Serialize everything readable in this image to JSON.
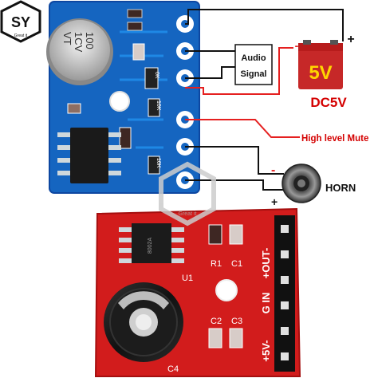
{
  "brand": {
    "logo_letters": "SY",
    "logo_caption": "Great it",
    "watermark_caption": "Great it"
  },
  "blue_board": {
    "capacitor_text": [
      "100",
      "1CV",
      "VT"
    ],
    "resistor_marks": [
      "0K",
      "10K",
      "10K"
    ],
    "chip_label": ""
  },
  "wiring": {
    "audio_label_line1": "Audio",
    "audio_label_line2": "Signal",
    "battery_voltage": "5V",
    "battery_caption": "DC5V",
    "plus_sign": "+",
    "minus_sign": "-",
    "mute_label": "High level Mute",
    "horn_label": "HORN",
    "horn_minus": "-",
    "horn_plus": "+"
  },
  "red_board": {
    "chip_text_line1": "8002A",
    "chip_text_line2": "",
    "labels": {
      "r1": "R1",
      "c1": "C1",
      "u1": "U1",
      "c2": "C2",
      "c3": "C3",
      "c4": "C4"
    },
    "pin_labels": [
      "+OUT-",
      "G IN",
      "+5V-"
    ]
  },
  "colors": {
    "blue_pcb": "#1565c0",
    "red_pcb": "#d21c1c",
    "wire_red": "#e52020",
    "wire_black": "#111111",
    "label_red": "#d40000",
    "battery_body": "#d32f2f",
    "battery_text": "#ffd600"
  }
}
